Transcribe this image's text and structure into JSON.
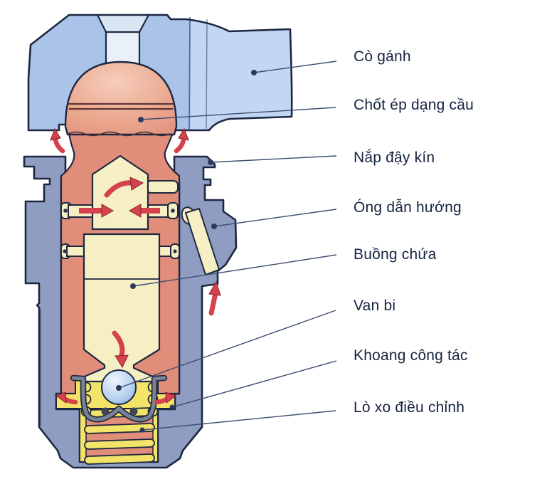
{
  "figure": {
    "description_labels": [
      {
        "id": "co-ganh",
        "text": "Cò gánh"
      },
      {
        "id": "chot-ep-dang-cau",
        "text": "Chốt ép dạng cầu"
      },
      {
        "id": "nap-day-kin",
        "text": "Nắp đậy kín"
      },
      {
        "id": "ong-dan-huong",
        "text": "Óng dẫn hướng"
      },
      {
        "id": "buong-chua",
        "text": "Buồng chứa"
      },
      {
        "id": "van-bi",
        "text": "Van bi"
      },
      {
        "id": "khoang-cong-tac",
        "text": "Khoang công tác"
      },
      {
        "id": "lo-xo-dieu-chinh",
        "text": "Lò xo điều chỉnh"
      }
    ],
    "colors": {
      "rocker_arm_blue": "#a9c3e9",
      "rocker_arm_light": "#c3d6f2",
      "channel_light": "#eaf0fa",
      "pusher_salmon": "#e08d7a",
      "pusher_highlight": "#f4c7b5",
      "casing_grey_blue": "#8f9dc3",
      "chamber_cream": "#f6efc4",
      "working_chamber_yellow": "#f3e368",
      "check_ball_blue": "#9fc0e8",
      "flow_arrow_red": "#d4424e",
      "outline_navy": "#1d2740",
      "label_text": "#15233f"
    }
  },
  "labels": [
    {
      "text": "Cò gánh"
    },
    {
      "text": "Chốt ép dạng cầu"
    },
    {
      "text": "Nắp đậy kín"
    },
    {
      "text": "Óng dẫn hướng"
    },
    {
      "text": "Buồng chứa"
    },
    {
      "text": "Van bi"
    },
    {
      "text": "Khoang công tác"
    },
    {
      "text": "Lò xo điều chỉnh"
    }
  ]
}
